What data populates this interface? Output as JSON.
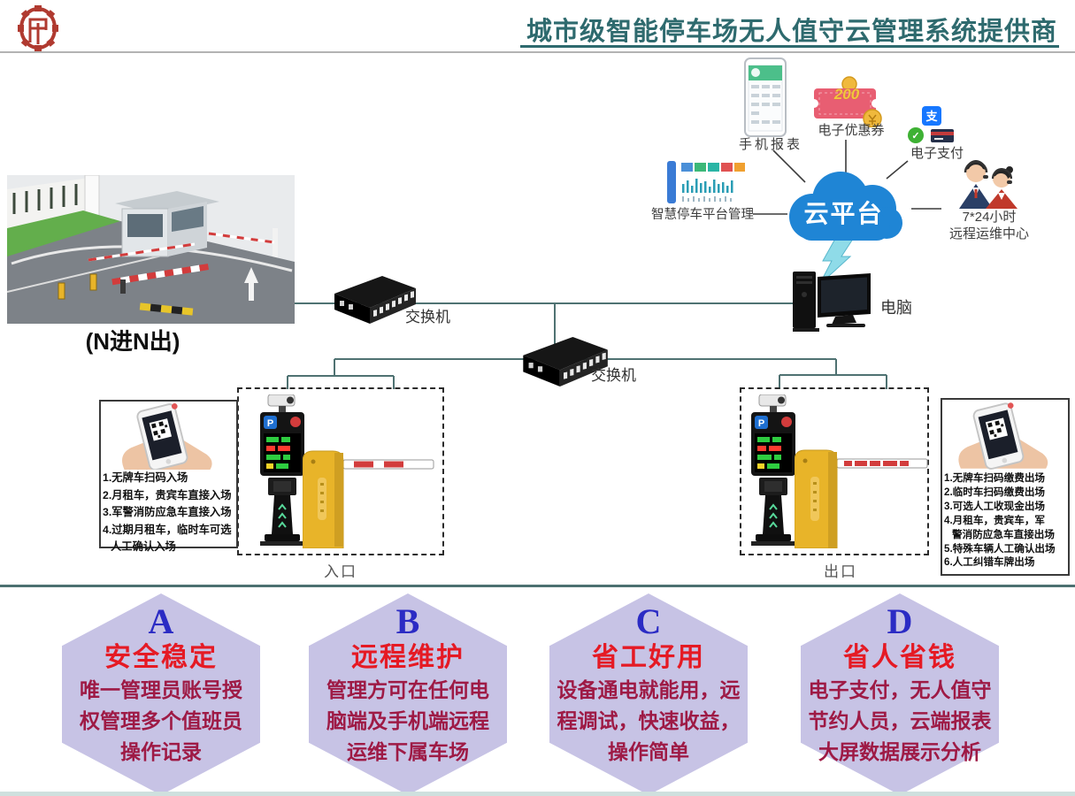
{
  "header": {
    "title": "城市级智能停车场无人值守云管理系统提供商"
  },
  "diagram": {
    "photo_caption": "(N进N出)",
    "cloud_label": "云平台",
    "mobile_report_label": "手机报表",
    "coupon_label": "电子优惠券",
    "coupon_value": "200",
    "epay_label": "电子支付",
    "epay_alipay_glyph": "支",
    "epay_wechat_glyph": "✓",
    "support_label_line1": "7*24小时",
    "support_label_line2": "远程运维中心",
    "platform_label": "智慧停车平台管理",
    "switch1_label": "交换机",
    "switch2_label": "交换机",
    "computer_label": "电脑",
    "entrance_label": "入口",
    "exit_label": "出口",
    "pillar_p_glyph": "P"
  },
  "entrance_box": {
    "items": [
      "1.无牌车扫码入场",
      "2.月租车，贵宾车直接入场",
      "3.军警消防应急车直接入场",
      "4.过期月租车，临时车可选",
      "人工确认入场"
    ]
  },
  "exit_box": {
    "items": [
      "1.无牌车扫码缴费出场",
      "2.临时车扫码缴费出场",
      "3.可选人工收现金出场",
      "4.月租车，贵宾车，军",
      "警消防应急车直接出场",
      "5.特殊车辆人工确认出场",
      "6.人工纠错车牌出场"
    ]
  },
  "features": [
    {
      "letter": "A",
      "title": "安全稳定",
      "lines": [
        "唯一管理员账号授",
        "权管理多个值班员",
        "操作记录"
      ]
    },
    {
      "letter": "B",
      "title": "远程维护",
      "lines": [
        "管理方可在任何电",
        "脑端及手机端远程",
        "运维下属车场"
      ]
    },
    {
      "letter": "C",
      "title": "省工好用",
      "lines": [
        "设备通电就能用，远",
        "程调试，快速收益，",
        "操作简单"
      ]
    },
    {
      "letter": "D",
      "title": "省人省钱",
      "lines": [
        "电子支付，无人值守",
        "节约人员，云端报表",
        "大屏数据展示分析"
      ]
    }
  ],
  "colors": {
    "accent_teal": "#2e6a6e",
    "wire_teal": "#4f7272",
    "hexagon_fill": "#c7c3e5",
    "letter_blue": "#2b2bc4",
    "title_red": "#e51a24",
    "body_maroon": "#9e1a45",
    "cloud_blue": "#1f85d5",
    "barrier_yellow": "#e8b429"
  }
}
